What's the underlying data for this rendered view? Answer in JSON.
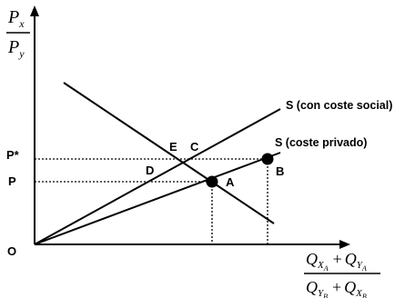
{
  "y_axis_label": {
    "numerator": {
      "main": "P",
      "sub": "x"
    },
    "denominator": {
      "main": "P",
      "sub": "y"
    }
  },
  "x_axis_label": {
    "numerator": {
      "t1": "Q",
      "s1": "X",
      "ss1": "A",
      "plus": "+",
      "t2": "Q",
      "s2": "Y",
      "ss2": "A"
    },
    "denominator": {
      "t1": "Q",
      "s1": "Y",
      "ss1": "B",
      "plus": "+",
      "t2": "Q",
      "s2": "X",
      "ss2": "B"
    }
  },
  "curves": {
    "social": "S (con coste social)",
    "private": "S (coste privado)"
  },
  "points": {
    "A": "A",
    "B": "B",
    "C": "C",
    "D": "D",
    "E": "E"
  },
  "price_labels": {
    "p_star": "P*",
    "p": "P"
  },
  "origin_label": "O",
  "colors": {
    "ink": "#000000",
    "background": "#ffffff"
  }
}
